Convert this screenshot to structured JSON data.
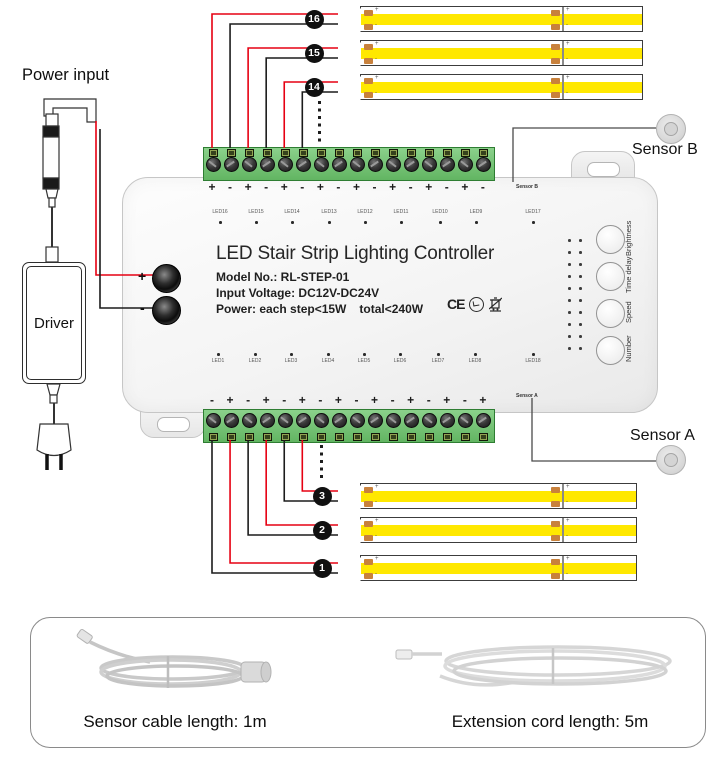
{
  "power_input": {
    "label": "Power input"
  },
  "driver": {
    "label": "Driver"
  },
  "controller": {
    "title": "LED Stair Strip Lighting Controller",
    "model_line": "Model No.: RL-STEP-01",
    "voltage_line": "Input Voltage: DC12V-DC24V",
    "power_line_left": "Power: each step<15W",
    "power_line_right": "total<240W",
    "ce_label": "CE",
    "jack_plus": "+",
    "jack_minus": "-",
    "buttons": [
      "Brightness",
      "Time delay",
      "Speed",
      "Number"
    ],
    "top_led_labels": [
      "LED16",
      "LED15",
      "LED14",
      "LED13",
      "LED12",
      "LED11",
      "LED10",
      "LED9",
      "LED17"
    ],
    "bottom_led_labels": [
      "LED1",
      "LED2",
      "LED3",
      "LED4",
      "LED5",
      "LED6",
      "LED7",
      "LED8",
      "LED18"
    ],
    "top_polarity": [
      "+",
      "-",
      "+",
      "-",
      "+",
      "-",
      "+",
      "-",
      "+",
      "-",
      "+",
      "-",
      "+",
      "-",
      "+",
      "-"
    ],
    "bottom_polarity": [
      "-",
      "+",
      "-",
      "+",
      "-",
      "+",
      "-",
      "+",
      "-",
      "+",
      "-",
      "+",
      "-",
      "+",
      "-",
      "+"
    ],
    "sensor_port_b": "Sensor B",
    "sensor_port_a": "Sensor A"
  },
  "sensors": {
    "b_label": "Sensor B",
    "a_label": "Sensor A"
  },
  "strips": {
    "top_numbers": [
      "16",
      "15",
      "14"
    ],
    "bottom_numbers": [
      "3",
      "2",
      "1"
    ],
    "pad_plus": "+",
    "pad_minus": "-"
  },
  "accessories": {
    "sensor_cable_label": "Sensor cable length: 1m",
    "extension_cord_label": "Extension cord length: 5m"
  },
  "colors": {
    "wire_red": "#e60012",
    "wire_black": "#1c1c1c",
    "wire_sensor": "#4a4a4a",
    "strip_yellow": "#ffe800",
    "terminal_green": "#74c274",
    "copper": "#c8813c"
  }
}
